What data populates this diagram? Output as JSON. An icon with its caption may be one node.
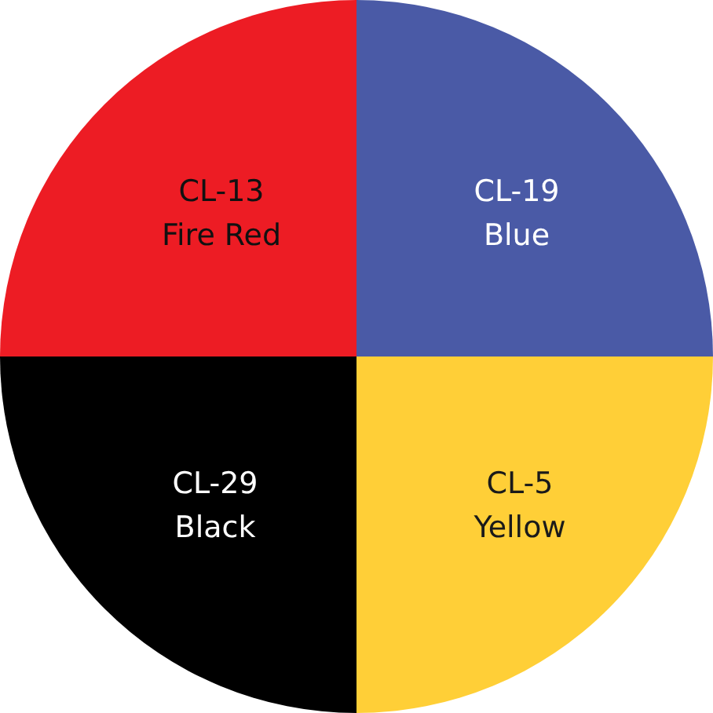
{
  "diagram": {
    "nodes": [
      {
        "text": [
          "CL-13",
          "Fire Red"
        ]
      },
      {
        "text": [
          "CL-19",
          "Blue"
        ]
      },
      {
        "text": [
          "CL-29",
          "Black"
        ]
      },
      {
        "text": [
          "CL-5",
          "Yellow"
        ]
      }
    ]
  }
}
